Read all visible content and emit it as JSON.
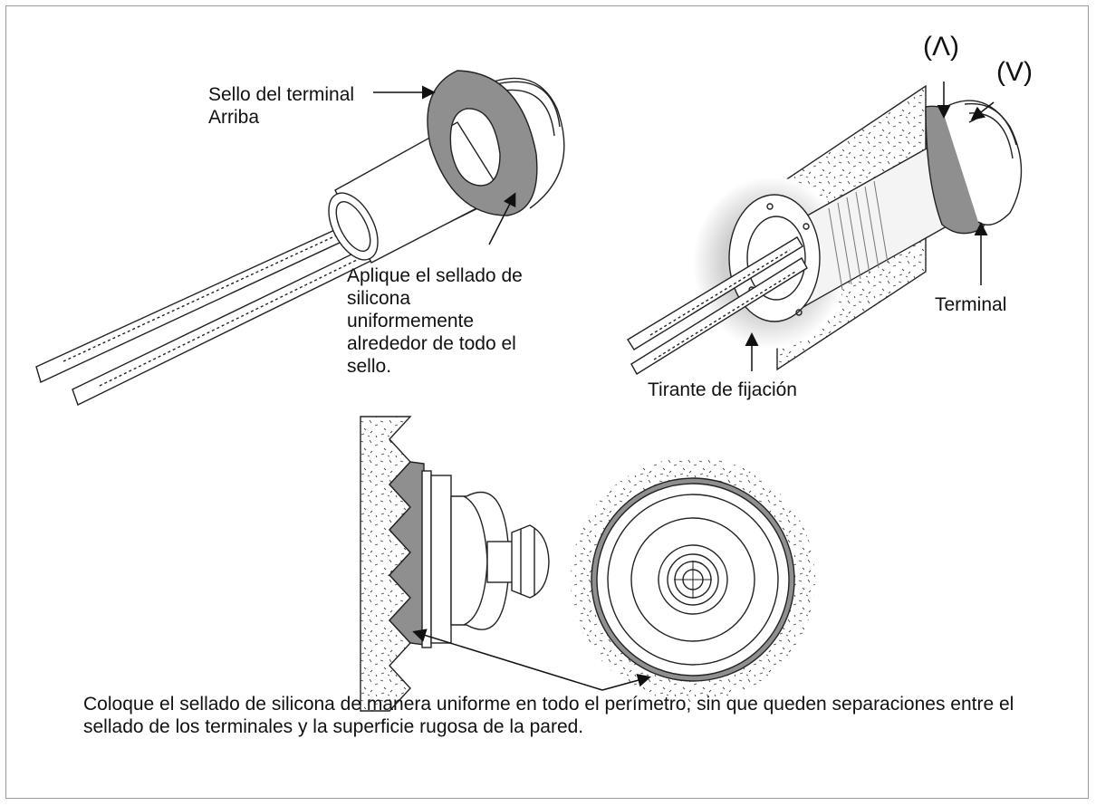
{
  "labels": {
    "seal_top": "Sello del terminal Arriba",
    "silicone_apply": "Aplique el sellado de silicona uniformemente alrededor de todo el sello.",
    "mark_up": "(Λ)",
    "mark_down": "(V)",
    "terminal": "Terminal",
    "tie_strap": "Tirante de fijación"
  },
  "caption": "Coloque el sellado de silicona de manera uniforme en todo el perímetro, sin que queden separaciones entre el sellado de los terminales y la superficie rugosa de la pared.",
  "colors": {
    "seal_gray": "#8f8f8f",
    "outline": "#222222",
    "frame": "#9a9a9a"
  }
}
